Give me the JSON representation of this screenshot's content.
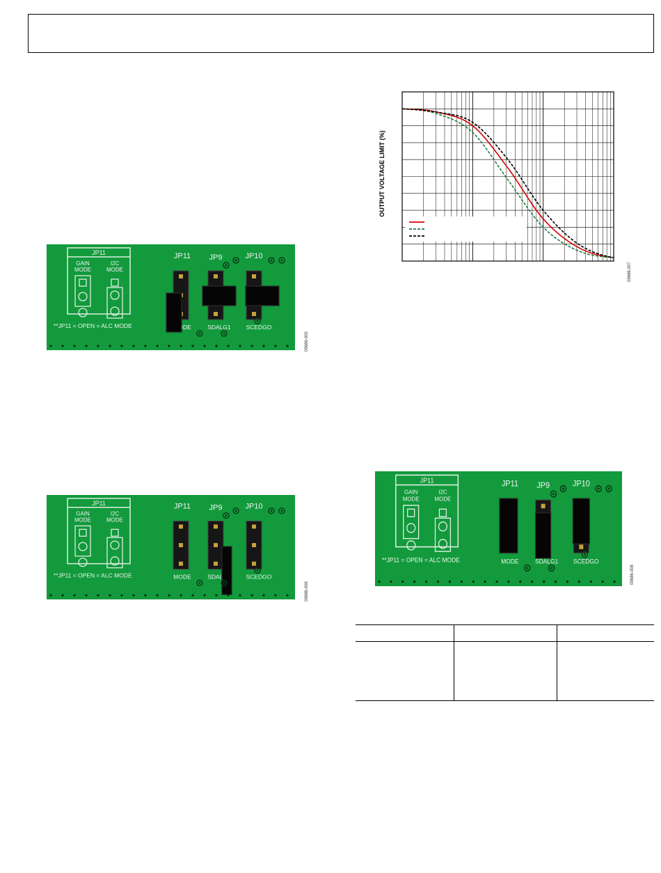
{
  "figures": {
    "fig5": {
      "id": "09686-005",
      "pcb": {
        "frame": "JP11",
        "gain": "GAIN\nMODE",
        "i2c": "I2C\nMODE",
        "footer": "**JP11 = OPEN = ALC MODE",
        "jp11": "JP11",
        "jp9": "JP9",
        "jp10": "JP10",
        "mode": "MODE",
        "sda": "SDALG1",
        "scl": "SCEDGO"
      }
    },
    "fig6": {
      "id": "09686-006",
      "pcb": {
        "frame": "JP11",
        "gain": "GAIN\nMODE",
        "i2c": "I2C\nMODE",
        "footer": "**JP11 = OPEN = ALC MODE",
        "jp11": "JP11",
        "jp9": "JP9",
        "jp10": "JP10",
        "mode": "MODE",
        "sda": "SDALG1",
        "scl": "SCEDGO"
      }
    },
    "fig7": {
      "id": "09686-007"
    },
    "fig8": {
      "id": "09686-008",
      "pcb": {
        "frame": "JP11",
        "gain": "GAIN\nMODE",
        "i2c": "I2C\nMODE",
        "footer": "**JP11 = OPEN = ALC MODE",
        "jp11": "JP11",
        "jp9": "JP9",
        "jp10": "JP10",
        "mode": "MODE",
        "sda": "SDALG1",
        "scl": "SCEDGO"
      }
    }
  },
  "chart_data": {
    "type": "line",
    "title": "",
    "xlabel": "",
    "ylabel": "OUTPUT VOLTAGE LIMIT (%)",
    "x_scale": "log",
    "x_decades": 3,
    "ylim": [
      0,
      100
    ],
    "grid": true,
    "legend_position": "bottom-left",
    "series": [
      {
        "color": "#d40000",
        "dash": "solid",
        "x": [
          0.0,
          0.5,
          1.0,
          1.5,
          2.0,
          2.5,
          3.0
        ],
        "values": [
          90,
          88,
          80,
          55,
          25,
          8,
          2
        ]
      },
      {
        "color": "#1e7a3c",
        "dash": "dashed",
        "x": [
          0.0,
          0.5,
          1.0,
          1.5,
          2.0,
          2.5,
          3.0
        ],
        "values": [
          90,
          87,
          76,
          48,
          20,
          6,
          2
        ]
      },
      {
        "color": "#000000",
        "dash": "dashed",
        "x": [
          0.0,
          0.5,
          1.0,
          1.5,
          2.0,
          2.5,
          3.0
        ],
        "values": [
          90,
          88,
          82,
          60,
          30,
          10,
          2
        ]
      }
    ]
  },
  "table": {
    "columns": [
      "",
      "",
      ""
    ],
    "rows": [
      [
        "",
        "",
        ""
      ]
    ]
  }
}
